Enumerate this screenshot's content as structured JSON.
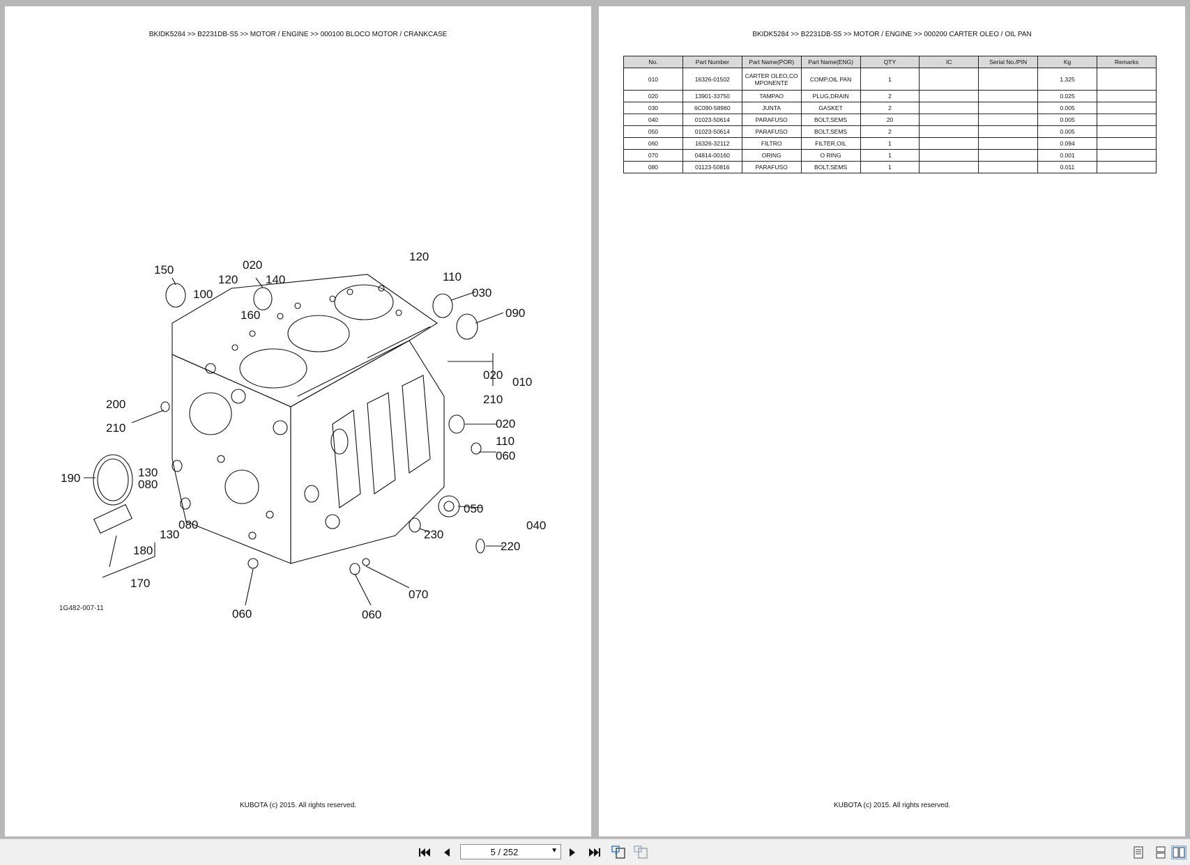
{
  "left_page": {
    "header": "BKIDK5284 >> B2231DB-S5 >> MOTOR / ENGINE >> 000100   BLOCO MOTOR / CRANKCASE",
    "footer": "KUBOTA (c) 2015. All rights reserved.",
    "diagram_code": "1G482-007-11",
    "callouts": [
      "150",
      "020",
      "120",
      "140",
      "100",
      "120",
      "110",
      "030",
      "090",
      "160",
      "020",
      "210",
      "010",
      "200",
      "210",
      "020",
      "110",
      "060",
      "190",
      "130",
      "080",
      "130",
      "080",
      "050",
      "040",
      "180",
      "230",
      "220",
      "170",
      "070",
      "060",
      "060"
    ]
  },
  "right_page": {
    "header": "BKIDK5284 >> B2231DB-S5 >> MOTOR / ENGINE >> 000200   CARTER OLEO / OIL PAN",
    "footer": "KUBOTA (c) 2015. All rights reserved.",
    "table": {
      "columns": [
        "No.",
        "Part Number",
        "Part Name(POR)",
        "Part Name(ENG)",
        "QTY",
        "IC",
        "Serial No./PIN",
        "Kg",
        "Remarks"
      ],
      "rows": [
        [
          "010",
          "16326-01502",
          "CARTER OLEO,COMPONENTE",
          "COMP,OIL PAN",
          "1",
          "",
          "",
          "1.325",
          ""
        ],
        [
          "020",
          "13901-33750",
          "TAMPAO",
          "PLUG,DRAIN",
          "2",
          "",
          "",
          "0.025",
          ""
        ],
        [
          "030",
          "6C090-58960",
          "JUNTA",
          "GASKET",
          "2",
          "",
          "",
          "0.005",
          ""
        ],
        [
          "040",
          "01023-50614",
          "PARAFUSO",
          "BOLT,SEMS",
          "20",
          "",
          "",
          "0.005",
          ""
        ],
        [
          "050",
          "01023-50614",
          "PARAFUSO",
          "BOLT,SEMS",
          "2",
          "",
          "",
          "0.005",
          ""
        ],
        [
          "060",
          "16326-32112",
          "FILTRO",
          "FILTER,OIL",
          "1",
          "",
          "",
          "0.094",
          ""
        ],
        [
          "070",
          "04814-00160",
          "ORING",
          "O RING",
          "1",
          "",
          "",
          "0.001",
          ""
        ],
        [
          "080",
          "01123-50816",
          "PARAFUSO",
          "BOLT,SEMS",
          "1",
          "",
          "",
          "0.011",
          ""
        ]
      ]
    }
  },
  "toolbar": {
    "page_indicator": "5 / 252",
    "icons": [
      "first-page-icon",
      "prev-page-icon",
      "next-page-icon",
      "last-page-icon",
      "fit-page-icon",
      "fit-width-icon",
      "single-page-view-icon",
      "continuous-view-icon",
      "two-page-view-icon"
    ]
  }
}
